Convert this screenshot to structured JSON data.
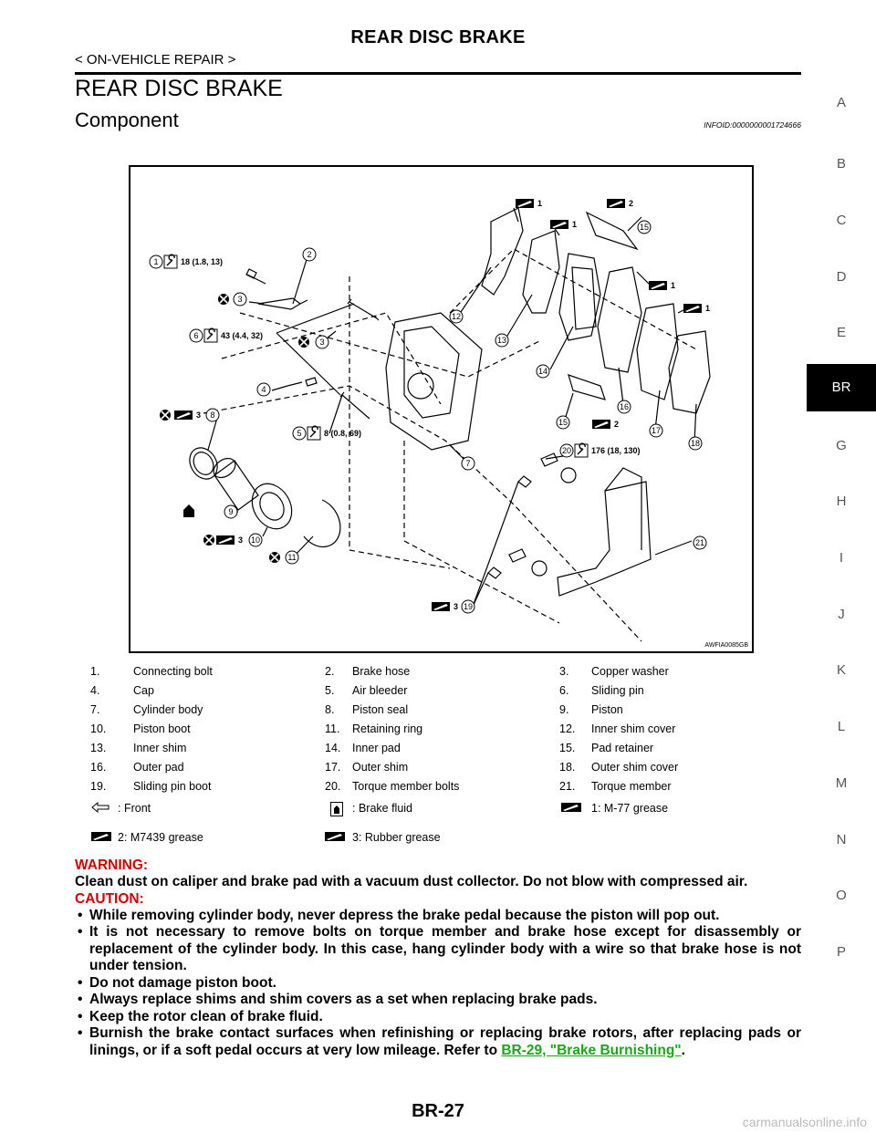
{
  "header": {
    "title": "REAR DISC BRAKE",
    "subtitle": "< ON-VEHICLE REPAIR >"
  },
  "section_title": "REAR DISC BRAKE",
  "component_title": "Component",
  "info_id": "INFOID:0000000001724666",
  "side_index": [
    "A",
    "B",
    "C",
    "D",
    "E",
    "BR",
    "G",
    "H",
    "I",
    "J",
    "K",
    "L",
    "M",
    "N",
    "O",
    "P"
  ],
  "side_index_active": "BR",
  "figure": {
    "code": "AWFIA0085GB",
    "torque_labels": {
      "t1": "18 (1.8, 13)",
      "t6": "43 (4.4, 32)",
      "t5": "8 (0.8, 69)",
      "t20": "176 (18, 130)"
    },
    "grease_labels": {
      "g1": "1",
      "g2": "2",
      "g3": "3"
    },
    "callouts": [
      "1",
      "2",
      "3",
      "4",
      "5",
      "6",
      "7",
      "8",
      "9",
      "10",
      "11",
      "12",
      "13",
      "14",
      "15",
      "16",
      "17",
      "18",
      "19",
      "20",
      "21"
    ]
  },
  "legend": {
    "rows": [
      [
        {
          "num": "1.",
          "name": "Connecting bolt"
        },
        {
          "num": "2.",
          "name": "Brake hose"
        },
        {
          "num": "3.",
          "name": "Copper washer"
        }
      ],
      [
        {
          "num": "4.",
          "name": "Cap"
        },
        {
          "num": "5.",
          "name": "Air bleeder"
        },
        {
          "num": "6.",
          "name": "Sliding pin"
        }
      ],
      [
        {
          "num": "7.",
          "name": "Cylinder body"
        },
        {
          "num": "8.",
          "name": "Piston seal"
        },
        {
          "num": "9.",
          "name": "Piston"
        }
      ],
      [
        {
          "num": "10.",
          "name": "Piston boot"
        },
        {
          "num": "11.",
          "name": "Retaining ring"
        },
        {
          "num": "12.",
          "name": "Inner shim cover"
        }
      ],
      [
        {
          "num": "13.",
          "name": "Inner shim"
        },
        {
          "num": "14.",
          "name": "Inner pad"
        },
        {
          "num": "15.",
          "name": "Pad retainer"
        }
      ],
      [
        {
          "num": "16.",
          "name": "Outer pad"
        },
        {
          "num": "17.",
          "name": "Outer shim"
        },
        {
          "num": "18.",
          "name": "Outer shim cover"
        }
      ],
      [
        {
          "num": "19.",
          "name": "Sliding pin boot"
        },
        {
          "num": "20.",
          "name": "Torque member bolts"
        },
        {
          "num": "21.",
          "name": "Torque member"
        }
      ]
    ],
    "symbols": [
      {
        "icon": "front-arrow-icon",
        "text": ": Front"
      },
      {
        "icon": "brake-fluid-icon",
        "text": ": Brake fluid"
      },
      {
        "icon": "grease-icon",
        "text": "1: M-77 grease"
      },
      {
        "icon": "grease-icon",
        "text": "2: M7439 grease"
      },
      {
        "icon": "grease-icon",
        "text": "3: Rubber grease"
      }
    ]
  },
  "notes": {
    "warning_label": "WARNING:",
    "warning_text": "Clean dust on caliper and brake pad with a vacuum dust collector. Do not blow with compressed air.",
    "caution_label": "CAUTION:",
    "bullets": [
      "While removing cylinder body, never depress the brake pedal because the piston will pop out.",
      "It is not necessary to remove bolts on torque member and brake hose except for disassembly or replacement of the cylinder body. In this case, hang cylinder body with a wire so that brake hose is not under tension.",
      "Do not damage piston boot.",
      "Always replace shims and shim covers as a set when replacing brake pads.",
      "Keep the rotor clean of brake fluid."
    ],
    "last_bullet_text": "Burnish the brake contact surfaces when refinishing or replacing brake rotors, after replacing pads or linings, or if a soft pedal occurs at very low mileage. Refer to ",
    "last_bullet_link": "BR-29, \"Brake Burnishing\"",
    "last_bullet_end": "."
  },
  "page_number": "BR-27",
  "watermark": "carmanualsonline.info"
}
